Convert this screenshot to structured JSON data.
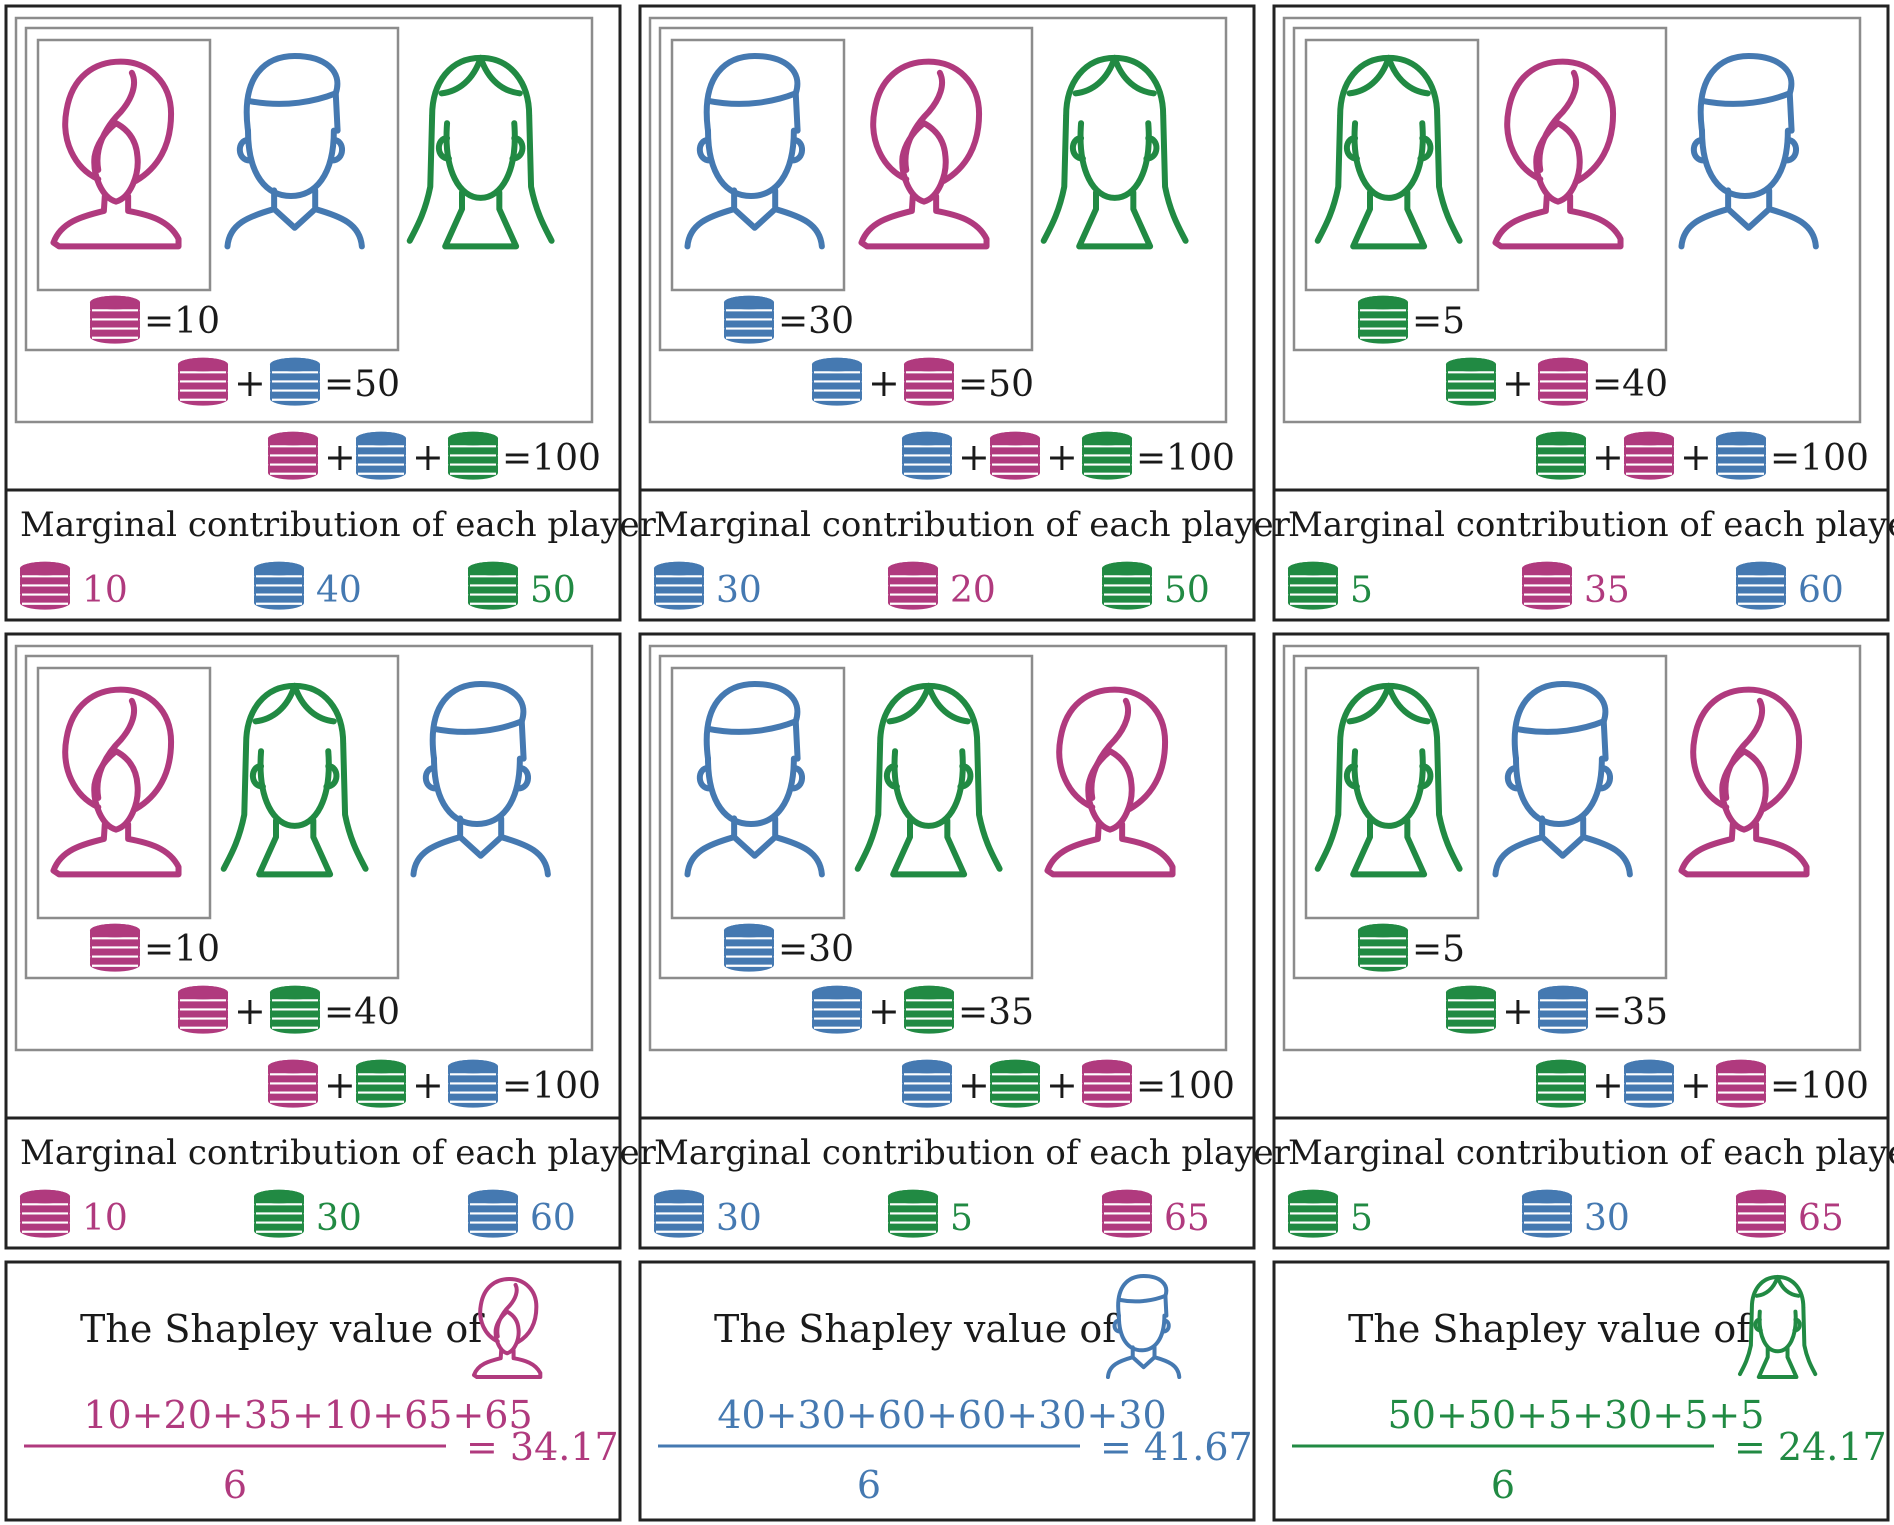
{
  "colors": {
    "pink": "#B03A7E",
    "blue": "#4579B1",
    "green": "#218A43",
    "frame": "#222222",
    "inner": "#8C8C8C",
    "text": "#1A1A1A"
  },
  "marginal_heading": "Marginal contribution of each player",
  "orderings": [
    {
      "order": [
        "pink",
        "blue",
        "green"
      ],
      "icons": [
        "woman-bob-icon",
        "man-icon",
        "woman-long-hair-icon"
      ],
      "coalition_values": [
        "=10",
        "=50",
        "=100"
      ],
      "contributions": [
        {
          "player": "pink",
          "value": "10"
        },
        {
          "player": "blue",
          "value": "40"
        },
        {
          "player": "green",
          "value": "50"
        }
      ]
    },
    {
      "order": [
        "blue",
        "pink",
        "green"
      ],
      "icons": [
        "man-icon",
        "woman-bob-icon",
        "woman-long-hair-icon"
      ],
      "coalition_values": [
        "=30",
        "=50",
        "=100"
      ],
      "contributions": [
        {
          "player": "blue",
          "value": "30"
        },
        {
          "player": "pink",
          "value": "20"
        },
        {
          "player": "green",
          "value": "50"
        }
      ]
    },
    {
      "order": [
        "green",
        "pink",
        "blue"
      ],
      "icons": [
        "woman-long-hair-icon",
        "woman-bob-icon",
        "man-icon"
      ],
      "coalition_values": [
        "=5",
        "=40",
        "=100"
      ],
      "contributions": [
        {
          "player": "green",
          "value": "5"
        },
        {
          "player": "pink",
          "value": "35"
        },
        {
          "player": "blue",
          "value": "60"
        }
      ]
    },
    {
      "order": [
        "pink",
        "green",
        "blue"
      ],
      "icons": [
        "woman-bob-icon",
        "woman-long-hair-icon",
        "man-icon"
      ],
      "coalition_values": [
        "=10",
        "=40",
        "=100"
      ],
      "contributions": [
        {
          "player": "pink",
          "value": "10"
        },
        {
          "player": "green",
          "value": "30"
        },
        {
          "player": "blue",
          "value": "60"
        }
      ]
    },
    {
      "order": [
        "blue",
        "green",
        "pink"
      ],
      "icons": [
        "man-icon",
        "woman-long-hair-icon",
        "woman-bob-icon"
      ],
      "coalition_values": [
        "=30",
        "=35",
        "=100"
      ],
      "contributions": [
        {
          "player": "blue",
          "value": "30"
        },
        {
          "player": "green",
          "value": "5"
        },
        {
          "player": "pink",
          "value": "65"
        }
      ]
    },
    {
      "order": [
        "green",
        "blue",
        "pink"
      ],
      "icons": [
        "woman-long-hair-icon",
        "man-icon",
        "woman-bob-icon"
      ],
      "coalition_values": [
        "=5",
        "=35",
        "=100"
      ],
      "contributions": [
        {
          "player": "green",
          "value": "5"
        },
        {
          "player": "blue",
          "value": "30"
        },
        {
          "player": "pink",
          "value": "65"
        }
      ]
    }
  ],
  "shapley": [
    {
      "player": "pink",
      "icon": "woman-bob-icon",
      "label": "The Shapley value of",
      "numerator": "10+20+35+10+65+65",
      "denominator": "6",
      "result": "= 34.17"
    },
    {
      "player": "blue",
      "icon": "man-icon",
      "label": "The Shapley value of",
      "numerator": "40+30+60+60+30+30",
      "denominator": "6",
      "result": "= 41.67"
    },
    {
      "player": "green",
      "icon": "woman-long-hair-icon",
      "label": "The Shapley value of",
      "numerator": "50+50+5+30+5+5",
      "denominator": "6",
      "result": "= 24.17"
    }
  ]
}
